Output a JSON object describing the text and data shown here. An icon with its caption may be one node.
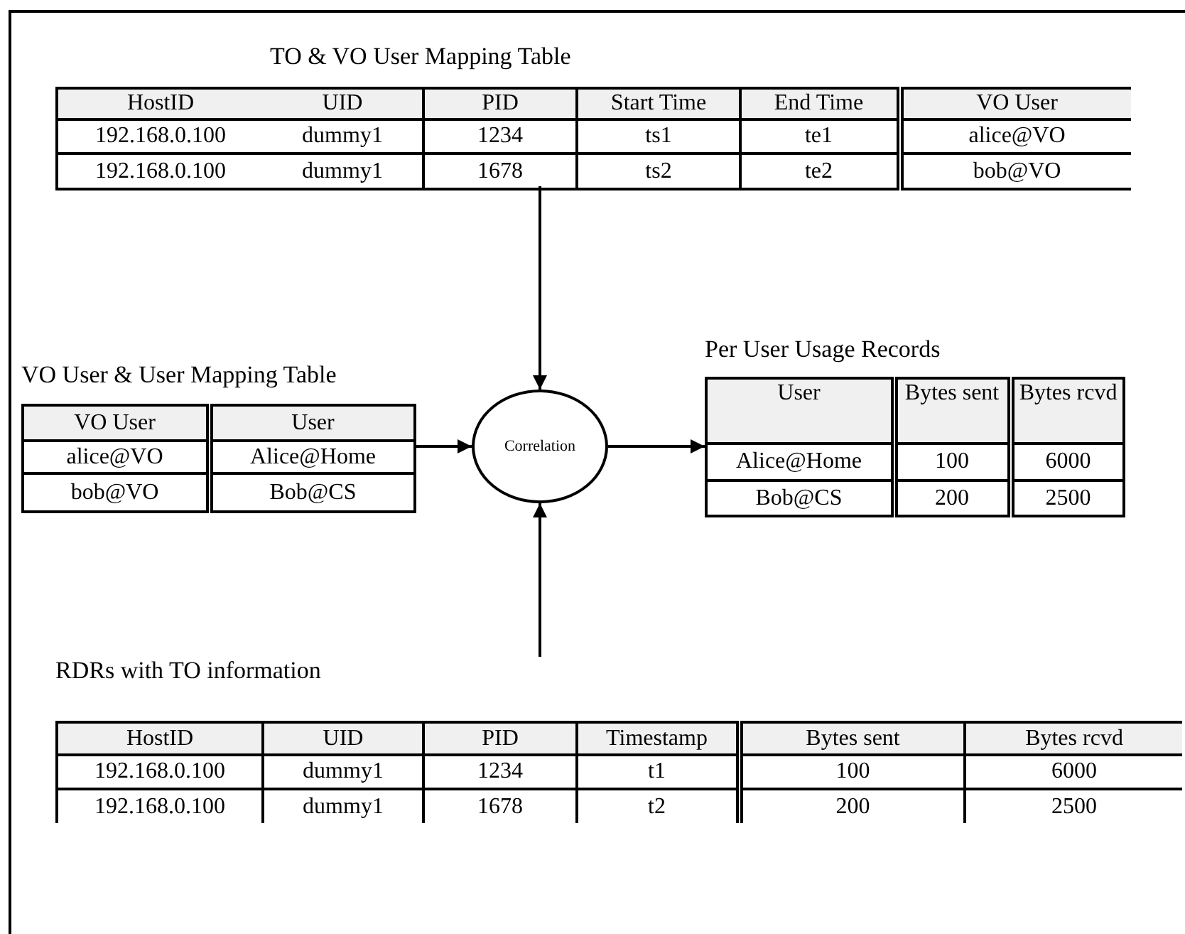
{
  "diagram": {
    "nodes": [
      {
        "text": [
          "TO & VO User Mapping Table",
          "HostID",
          "UID",
          "PID",
          "Start Time",
          "End Time",
          "VO User",
          "192.168.0.100",
          "dummy1",
          "1234",
          "ts1",
          "te1",
          "alice@VO",
          "192.168.0.100",
          "dummy1",
          "1678",
          "ts2",
          "te2",
          "bob@VO"
        ]
      },
      {
        "text": [
          "VO User & User Mapping Table",
          "VO User",
          "User",
          "alice@VO",
          "Alice@Home",
          "bob@VO",
          "Bob@CS"
        ]
      },
      {
        "text": [
          "Correlation"
        ]
      },
      {
        "text": [
          "Per User Usage Records",
          "User",
          "Bytes sent",
          "Bytes rcvd",
          "Alice@Home",
          "100",
          "6000",
          "Bob@CS",
          "200",
          "2500"
        ]
      },
      {
        "text": [
          "RDRs with TO information",
          "HostID",
          "UID",
          "PID",
          "Timestamp",
          "Bytes sent",
          "Bytes rcvd",
          "192.168.0.100",
          "dummy1",
          "1234",
          "t1",
          "100",
          "6000",
          "192.168.0.100",
          "dummy1",
          "1678",
          "t2",
          "200",
          "2500"
        ]
      }
    ],
    "edges": [
      {
        "from": 0,
        "to": 2,
        "arrow": "to"
      },
      {
        "from": 1,
        "to": 2,
        "arrow": "to"
      },
      {
        "from": 2,
        "to": 3,
        "arrow": "to"
      },
      {
        "from": 4,
        "to": 2,
        "arrow": "to"
      }
    ]
  }
}
